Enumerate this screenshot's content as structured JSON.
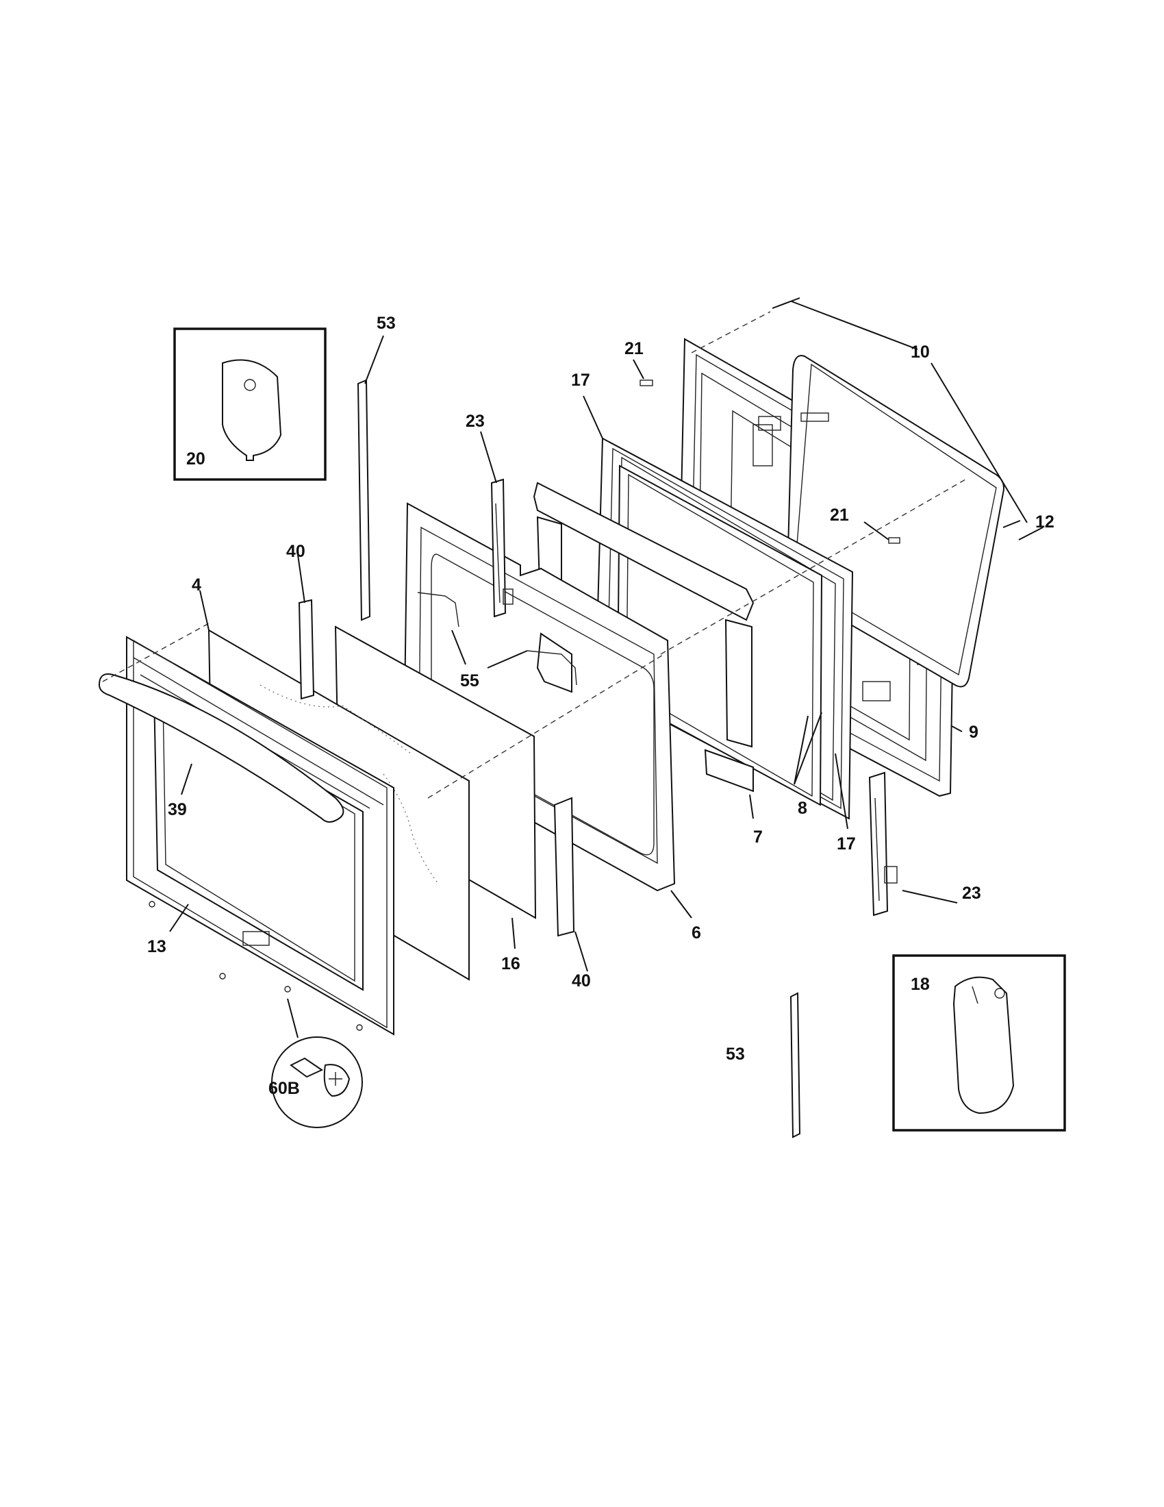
{
  "diagram": {
    "callouts": {
      "c4": "4",
      "c6": "6",
      "c7": "7",
      "c8": "8",
      "c9": "9",
      "c10": "10",
      "c12": "12",
      "c13": "13",
      "c16": "16",
      "c17a": "17",
      "c17b": "17",
      "c18": "18",
      "c20": "20",
      "c21a": "21",
      "c21b": "21",
      "c23a": "23",
      "c23b": "23",
      "c39": "39",
      "c40a": "40",
      "c40b": "40",
      "c53a": "53",
      "c53b": "53",
      "c55": "55",
      "c60b": "60B"
    }
  }
}
